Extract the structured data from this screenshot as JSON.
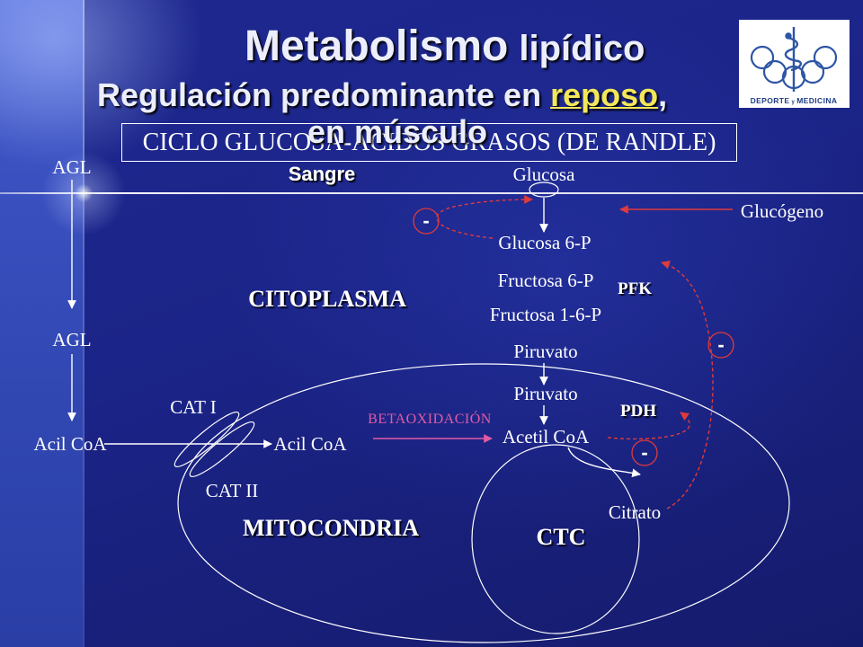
{
  "slide": {
    "title": {
      "main": "Metabolismo",
      "rest": "lipídico"
    },
    "subtitle": {
      "before": "Regulación predominante en ",
      "highlight": "reposo",
      "after": ",",
      "line2": "en músculo"
    },
    "box_label": "CICLO GLUCOSA-ÁCIDOS GRASOS (DE RANDLE)"
  },
  "logo": {
    "word1": "DEPORTE",
    "connector": "y",
    "word2": "MEDICINA",
    "icon": "caduceus-rings-icon"
  },
  "diagram": {
    "compartments": {
      "blood": "Sangre",
      "cytoplasm": "CITOPLASMA",
      "mitochondria": "MITOCONDRIA",
      "krebs_cycle": "CTC"
    },
    "metabolites": {
      "agl_blood": "AGL",
      "agl_cytoplasm": "AGL",
      "acil_coa_cytoplasm": "Acil CoA",
      "acil_coa_mitochondria": "Acil CoA",
      "glucosa": "Glucosa",
      "glucogeno": "Glucógeno",
      "glucosa_6p": "Glucosa 6-P",
      "fructosa_6p": "Fructosa 6-P",
      "fructosa_16p": "Fructosa 1-6-P",
      "piruvato_cytoplasm": "Piruvato",
      "piruvato_mitochondria": "Piruvato",
      "acetil_coa": "Acetil CoA",
      "citrato": "Citrato"
    },
    "enzymes": {
      "pfk": "PFK",
      "pdh": "PDH",
      "cat_1": "CAT I",
      "cat_2": "CAT II"
    },
    "processes": {
      "betaoxidation": "BETAOXIDACIÓN"
    },
    "inhibition_marks": [
      "-",
      "-",
      "-"
    ]
  },
  "colors": {
    "background": "#1b2487",
    "left_band": "#3349b6",
    "text": "#ffffff",
    "title_text": "#eceefc",
    "highlight": "#f2e75a",
    "inhibition_red": "#e03a3a",
    "betaoxidation_pink": "#e25aa4",
    "logo_blue": "#2d55a5"
  }
}
